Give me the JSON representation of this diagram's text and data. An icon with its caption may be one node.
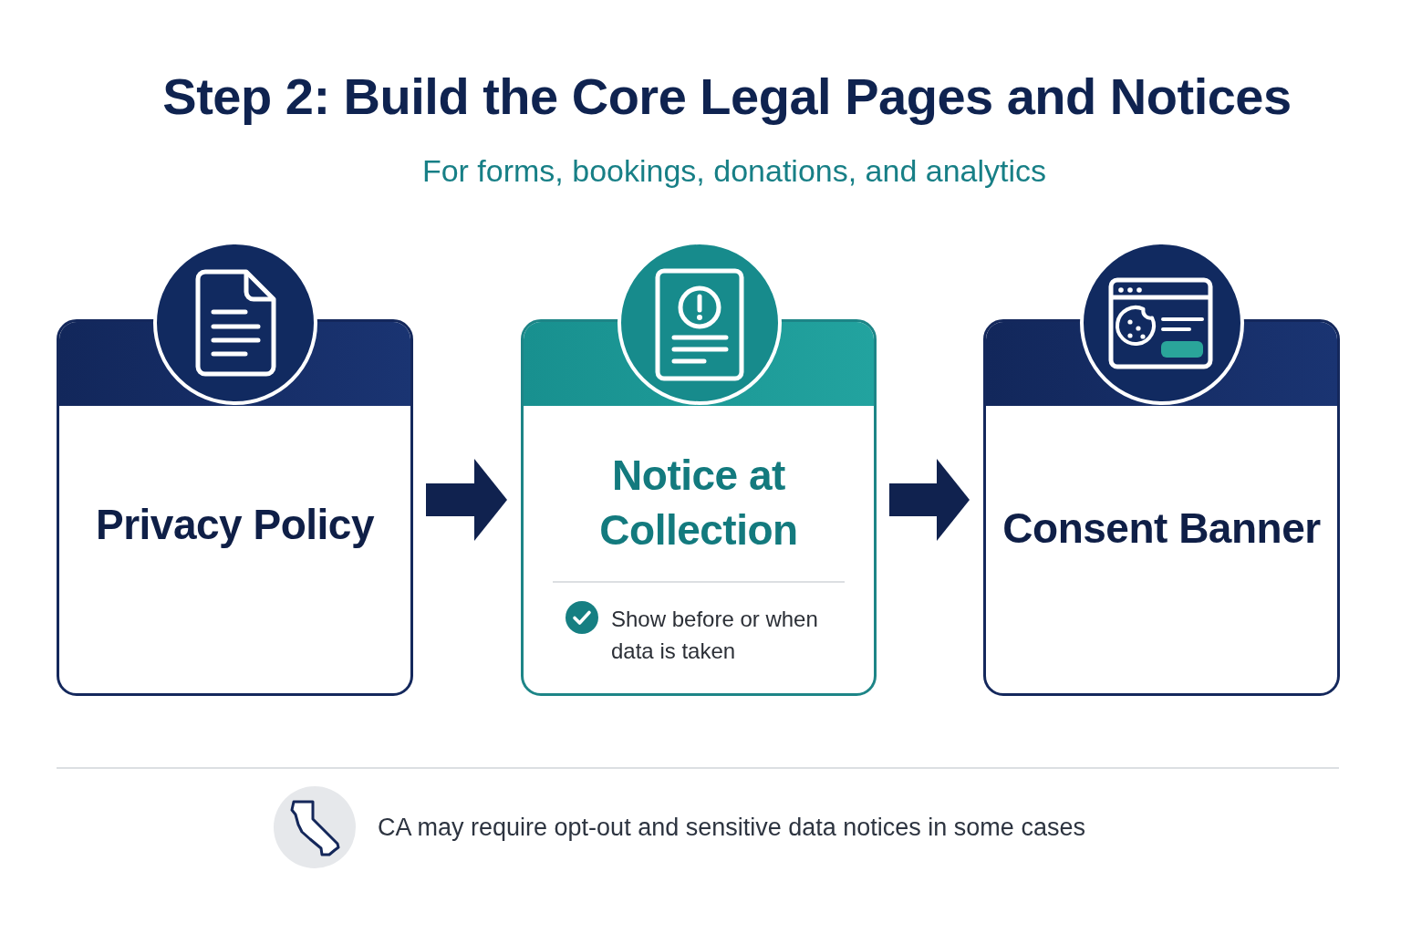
{
  "diagram": {
    "title": "Step 2: Build the Core Legal Pages and Notices",
    "nodes": [
      {
        "text": [
          "Privacy Policy"
        ]
      },
      {
        "text": [
          "Notice at Collection",
          "Show before or when data is taken"
        ]
      },
      {
        "text": [
          "Consent Banner"
        ]
      }
    ],
    "edges": [
      {
        "from": 0,
        "to": 1,
        "arrow": "to"
      },
      {
        "from": 1,
        "to": 2,
        "arrow": "to"
      }
    ],
    "labels": [
      "For forms, bookings, donations, and analytics",
      "CA may require opt-out and sensitive data notices in some cases"
    ]
  }
}
